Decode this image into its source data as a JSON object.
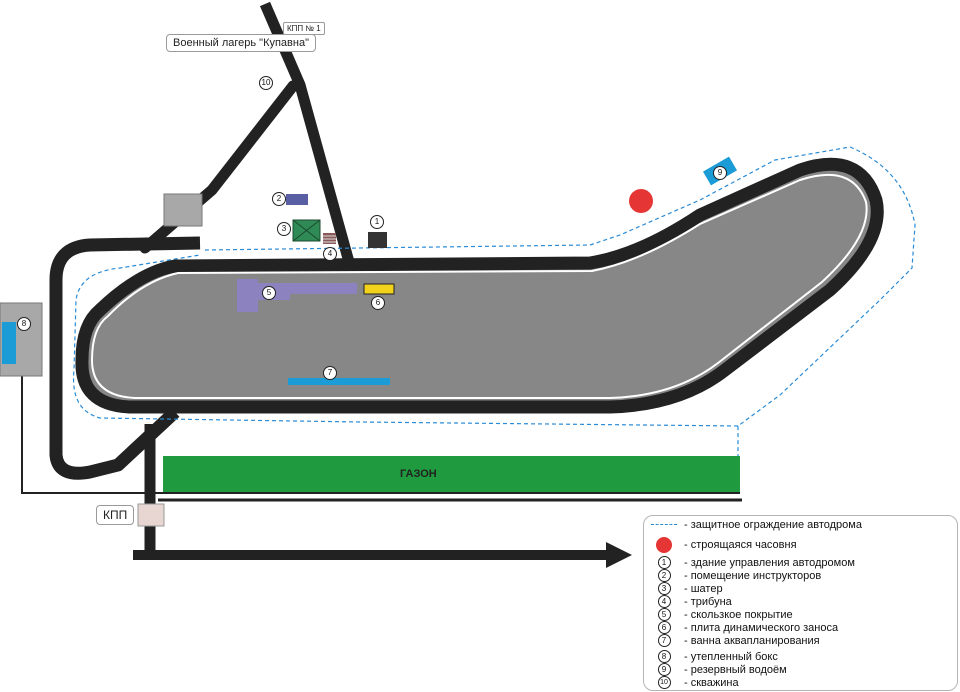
{
  "labels": {
    "camp": "Военный лагерь \"Купавна\"",
    "kpp1": "КПП № 1",
    "kpp": "КПП",
    "lawn": "ГАЗОН"
  },
  "markers": [
    "1",
    "2",
    "3",
    "4",
    "5",
    "6",
    "7",
    "8",
    "9",
    "10"
  ],
  "legend": [
    {
      "symbol": "dashed-line",
      "text": "- защитное ограждение автодрома"
    },
    {
      "symbol": "red-dot",
      "text": "- строящаяся часовня"
    },
    {
      "symbol": "1",
      "text": "- здание управления автодромом"
    },
    {
      "symbol": "2",
      "text": "- помещение инструкторов"
    },
    {
      "symbol": "3",
      "text": "- шатер"
    },
    {
      "symbol": "4",
      "text": "- трибуна"
    },
    {
      "symbol": "5",
      "text": "- скользкое покрытие"
    },
    {
      "symbol": "6",
      "text": "- плита динамического заноса"
    },
    {
      "symbol": "7",
      "text": "- ванна аквапланирования"
    },
    {
      "symbol": "8",
      "text": "- утепленный бокс"
    },
    {
      "symbol": "9",
      "text": "- резервный водоём"
    },
    {
      "symbol": "10",
      "text": "- скважина"
    }
  ],
  "colors": {
    "road": "#222222",
    "track_fill": "#878787",
    "lawn": "#1f9a3e",
    "water": "#1b9cd6",
    "slippery": "#8b82bf",
    "fence": "#2a8bd6",
    "chapel": "#e53535",
    "plate": "#f2d21a",
    "box": "#a8a8a8"
  }
}
